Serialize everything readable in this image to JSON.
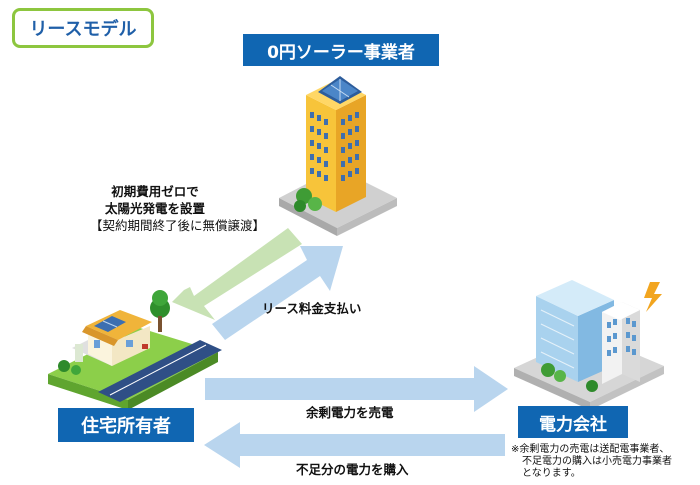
{
  "tag": {
    "label": "リースモデル"
  },
  "nodes": {
    "company": "0円ソーラー事業者",
    "owner": "住宅所有者",
    "utility": "電力会社"
  },
  "flows": {
    "install_line1": "初期費用ゼロで",
    "install_line2": "太陽光発電を設置",
    "install_line3": "【契約期間終了後に無償譲渡】",
    "lease": "リース料金支払い",
    "sell": "余剰電力を売電",
    "buy": "不足分の電力を購入"
  },
  "note": {
    "line1": "※余剰電力の売電は送配電事業者、",
    "line2": "不足電力の購入は小売電力事業者",
    "line3": "となります。"
  },
  "colors": {
    "accent_blue": "#1066b2",
    "tag_border": "#8dc63f",
    "arrow_green": "#c8e2b4",
    "arrow_blue": "#b9d5ee"
  }
}
